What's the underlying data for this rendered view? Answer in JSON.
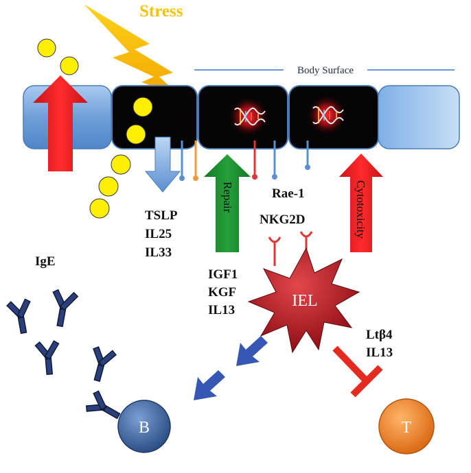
{
  "stress_label": "Stress",
  "body_surface_label": "Body Surface",
  "cytokines_epithelial": [
    "TSLP",
    "IL25",
    "IL33"
  ],
  "repair_label": "Repair",
  "rae1_label": "Rae-1",
  "nkg2d_label": "NKG2D",
  "cytotoxicity_label": "Cytotoxicity",
  "ige_label": "IgE",
  "cytokines_iel": [
    "IGF1",
    "KGF",
    "IL13"
  ],
  "iel_label": "IEL",
  "cytokines_t": [
    "Ltβ4",
    "IL13"
  ],
  "b_cell_label": "B",
  "t_cell_label": "T",
  "colors": {
    "stress_yellow": "#f5c400",
    "dot_yellow": "#ffef00",
    "epithelium_blue": "#8fb7e3",
    "repair_green": "#1e8a2e",
    "cytotoxicity_red": "#e21b1b",
    "iel_red": "#b3141b",
    "antibody_navy": "#1e2f63",
    "b_cell_blue": "#3a63a2",
    "t_cell_orange": "#ee7d1c",
    "inhibit_red": "#e52a1f",
    "arrow_blue": "#3657b3"
  }
}
